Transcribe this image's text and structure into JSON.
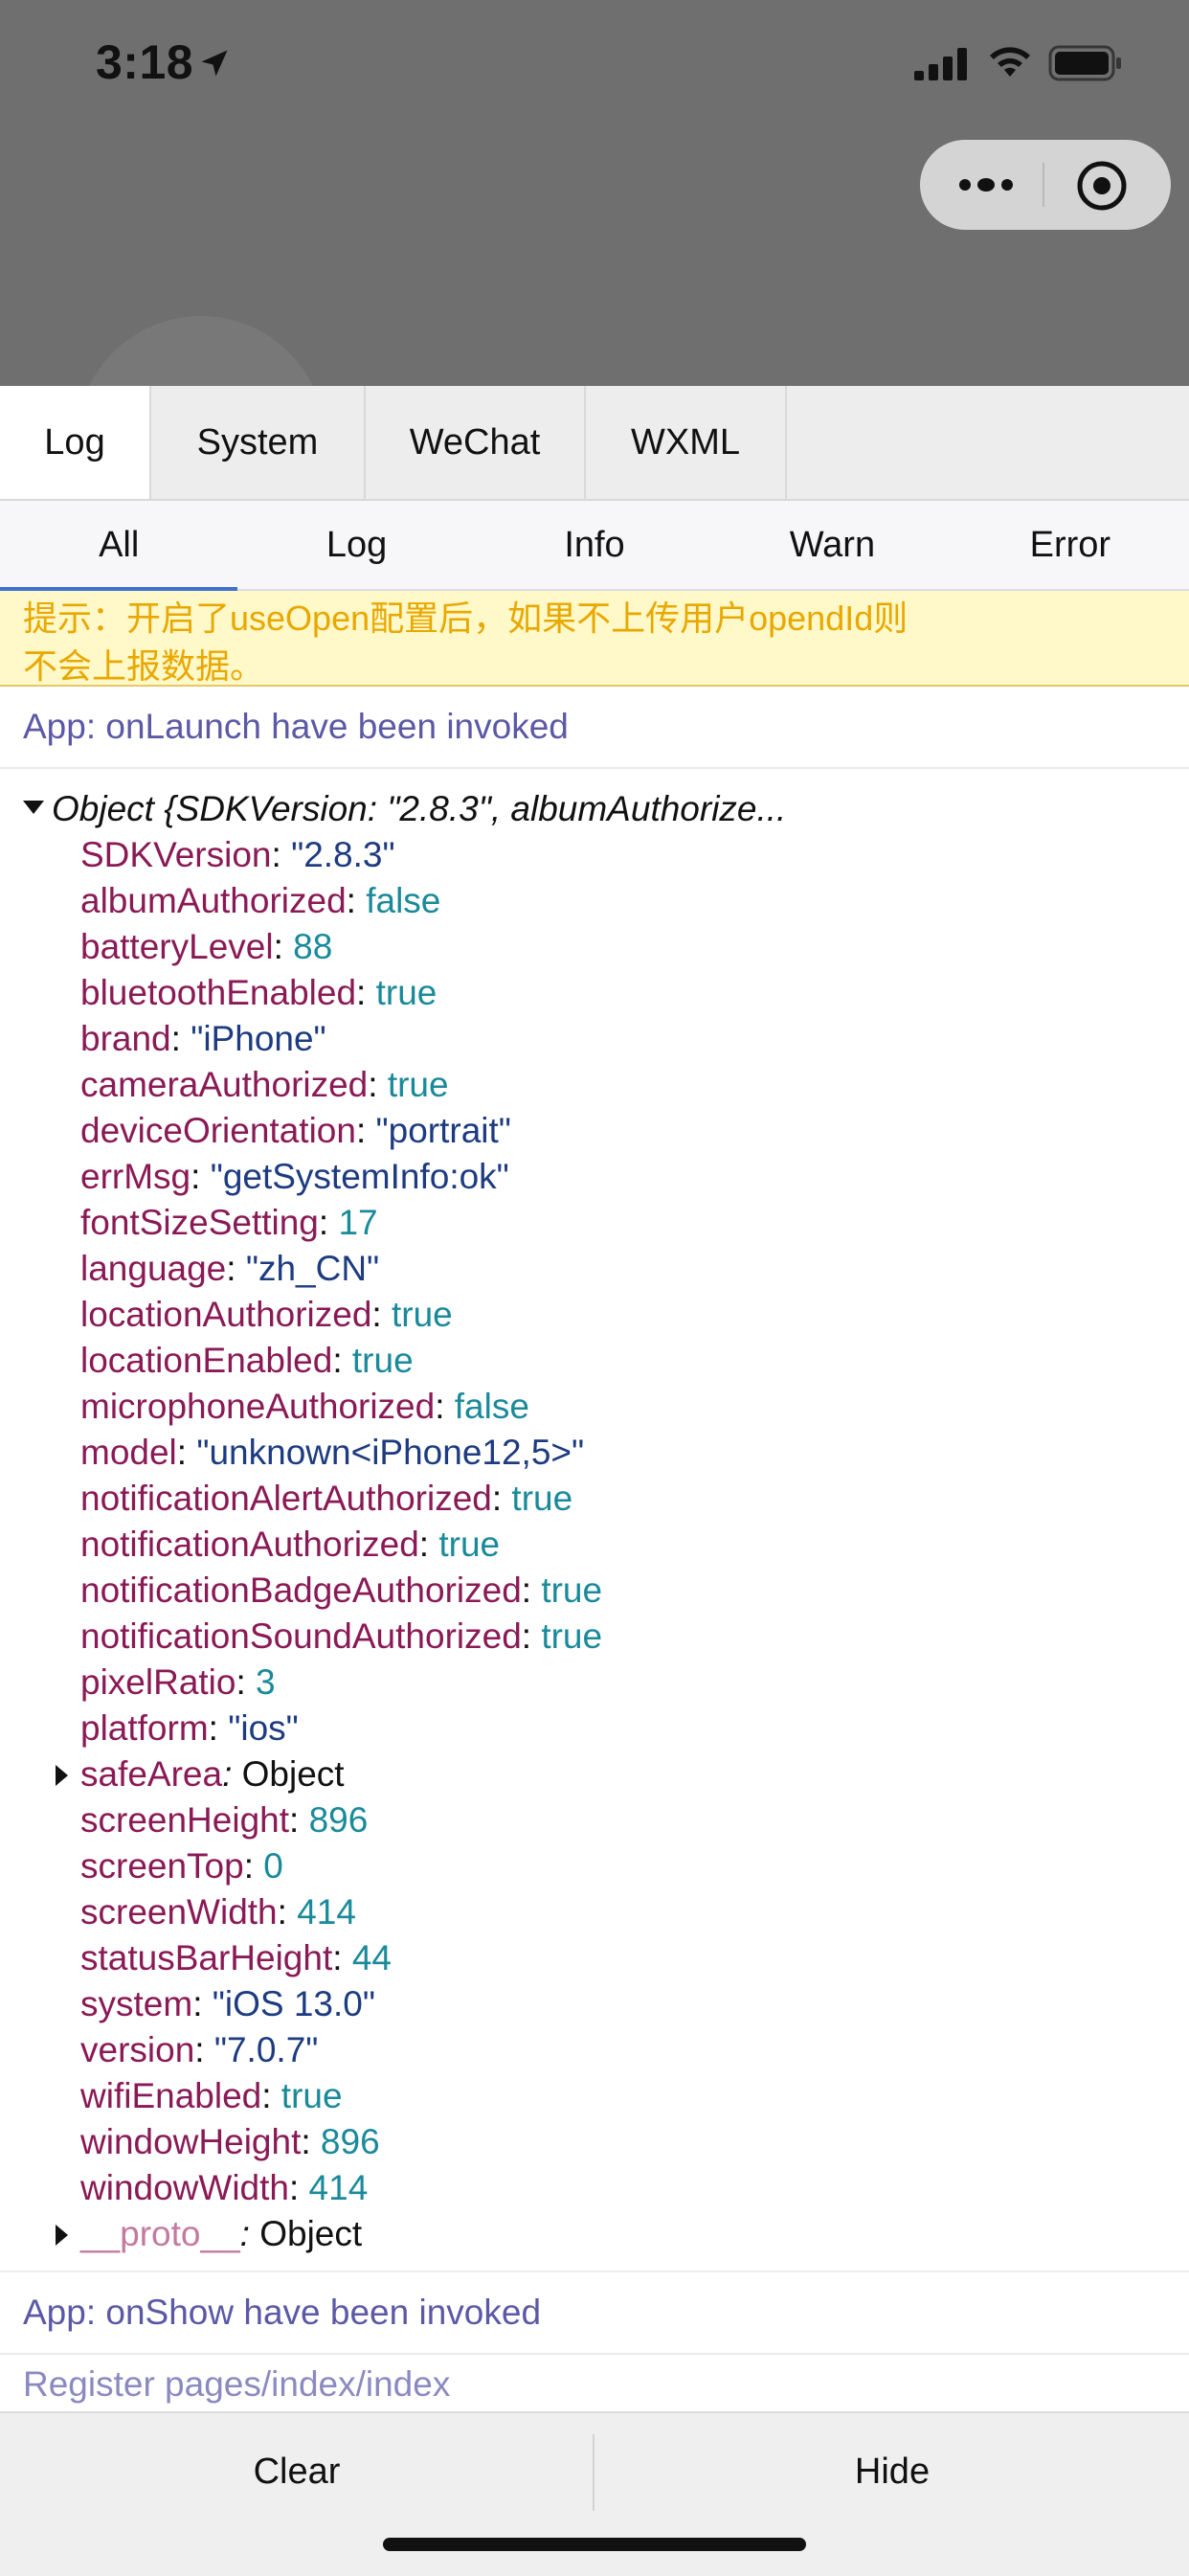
{
  "status_bar": {
    "time": "3:18"
  },
  "tabs": [
    "Log",
    "System",
    "WeChat",
    "WXML"
  ],
  "active_tab": "Log",
  "subtabs": [
    "All",
    "Log",
    "Info",
    "Warn",
    "Error"
  ],
  "active_subtab": "All",
  "warning": "提示：开启了useOpen配置后，如果不上传用户opendId则\n不会上报数据。",
  "log_launch": "App: onLaunch have been invoked",
  "object_header": "Object {SDKVersion: \"2.8.3\", albumAuthorize...",
  "object_props": [
    {
      "key": "SDKVersion",
      "value": "\"2.8.3\"",
      "type": "s"
    },
    {
      "key": "albumAuthorized",
      "value": "false",
      "type": "b"
    },
    {
      "key": "batteryLevel",
      "value": "88",
      "type": "n"
    },
    {
      "key": "bluetoothEnabled",
      "value": "true",
      "type": "b"
    },
    {
      "key": "brand",
      "value": "\"iPhone\"",
      "type": "s"
    },
    {
      "key": "cameraAuthorized",
      "value": "true",
      "type": "b"
    },
    {
      "key": "deviceOrientation",
      "value": "\"portrait\"",
      "type": "s"
    },
    {
      "key": "errMsg",
      "value": "\"getSystemInfo:ok\"",
      "type": "s"
    },
    {
      "key": "fontSizeSetting",
      "value": "17",
      "type": "n"
    },
    {
      "key": "language",
      "value": "\"zh_CN\"",
      "type": "s"
    },
    {
      "key": "locationAuthorized",
      "value": "true",
      "type": "b"
    },
    {
      "key": "locationEnabled",
      "value": "true",
      "type": "b"
    },
    {
      "key": "microphoneAuthorized",
      "value": "false",
      "type": "b"
    },
    {
      "key": "model",
      "value": "\"unknown<iPhone12,5>\"",
      "type": "s"
    },
    {
      "key": "notificationAlertAuthorized",
      "value": "true",
      "type": "b"
    },
    {
      "key": "notificationAuthorized",
      "value": "true",
      "type": "b"
    },
    {
      "key": "notificationBadgeAuthorized",
      "value": "true",
      "type": "b"
    },
    {
      "key": "notificationSoundAuthorized",
      "value": "true",
      "type": "b"
    },
    {
      "key": "pixelRatio",
      "value": "3",
      "type": "n"
    },
    {
      "key": "platform",
      "value": "\"ios\"",
      "type": "s"
    },
    {
      "key": "safeArea",
      "value": "Object",
      "type": "o",
      "expandable": true
    },
    {
      "key": "screenHeight",
      "value": "896",
      "type": "n"
    },
    {
      "key": "screenTop",
      "value": "0",
      "type": "n"
    },
    {
      "key": "screenWidth",
      "value": "414",
      "type": "n"
    },
    {
      "key": "statusBarHeight",
      "value": "44",
      "type": "n"
    },
    {
      "key": "system",
      "value": "\"iOS 13.0\"",
      "type": "s"
    },
    {
      "key": "version",
      "value": "\"7.0.7\"",
      "type": "s"
    },
    {
      "key": "wifiEnabled",
      "value": "true",
      "type": "b"
    },
    {
      "key": "windowHeight",
      "value": "896",
      "type": "n"
    },
    {
      "key": "windowWidth",
      "value": "414",
      "type": "n"
    },
    {
      "key": "__proto__",
      "value": "Object",
      "type": "o",
      "expandable": true,
      "proto": true
    }
  ],
  "log_show": "App: onShow have been invoked",
  "log_cut": "Register pages/index/index",
  "buttons": {
    "clear": "Clear",
    "hide": "Hide"
  }
}
